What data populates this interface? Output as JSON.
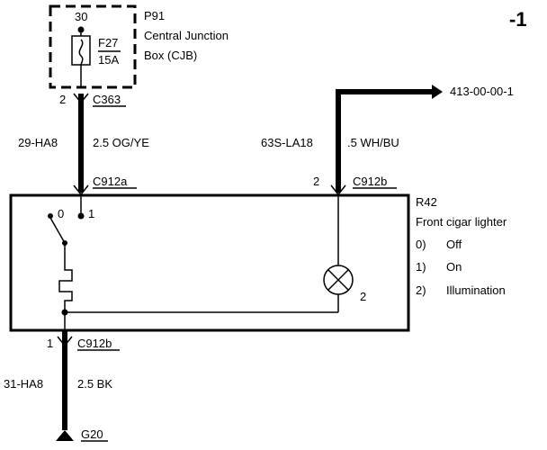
{
  "page_ref": "-1",
  "cjb": {
    "ref": "P91",
    "name_line1": "Central Junction",
    "name_line2": "Box (CJB)",
    "terminal_top": "30",
    "fuse_name": "F27",
    "fuse_rating": "15A",
    "pin": "2",
    "connector": "C363"
  },
  "feed_wire": {
    "circuit": "29-HA8",
    "spec": "2.5 OG/YE"
  },
  "illum_wire": {
    "circuit": "63S-LA18",
    "spec": ".5 WH/BU",
    "destination": "413-00-00-1"
  },
  "lighter": {
    "ref": "R42",
    "name": "Front cigar lighter",
    "connector_a": "C912a",
    "connector_b": "C912b",
    "pin_b_top": "2",
    "switch_pos0": "0",
    "switch_pos1": "1",
    "lamp_pin": "2",
    "legend": [
      {
        "key": "0)",
        "text": "Off"
      },
      {
        "key": "1)",
        "text": "On"
      },
      {
        "key": "2)",
        "text": "Illumination"
      }
    ]
  },
  "ground_wire": {
    "pin": "1",
    "connector": "C912b",
    "circuit": "31-HA8",
    "spec": "2.5 BK",
    "ground": "G20"
  }
}
